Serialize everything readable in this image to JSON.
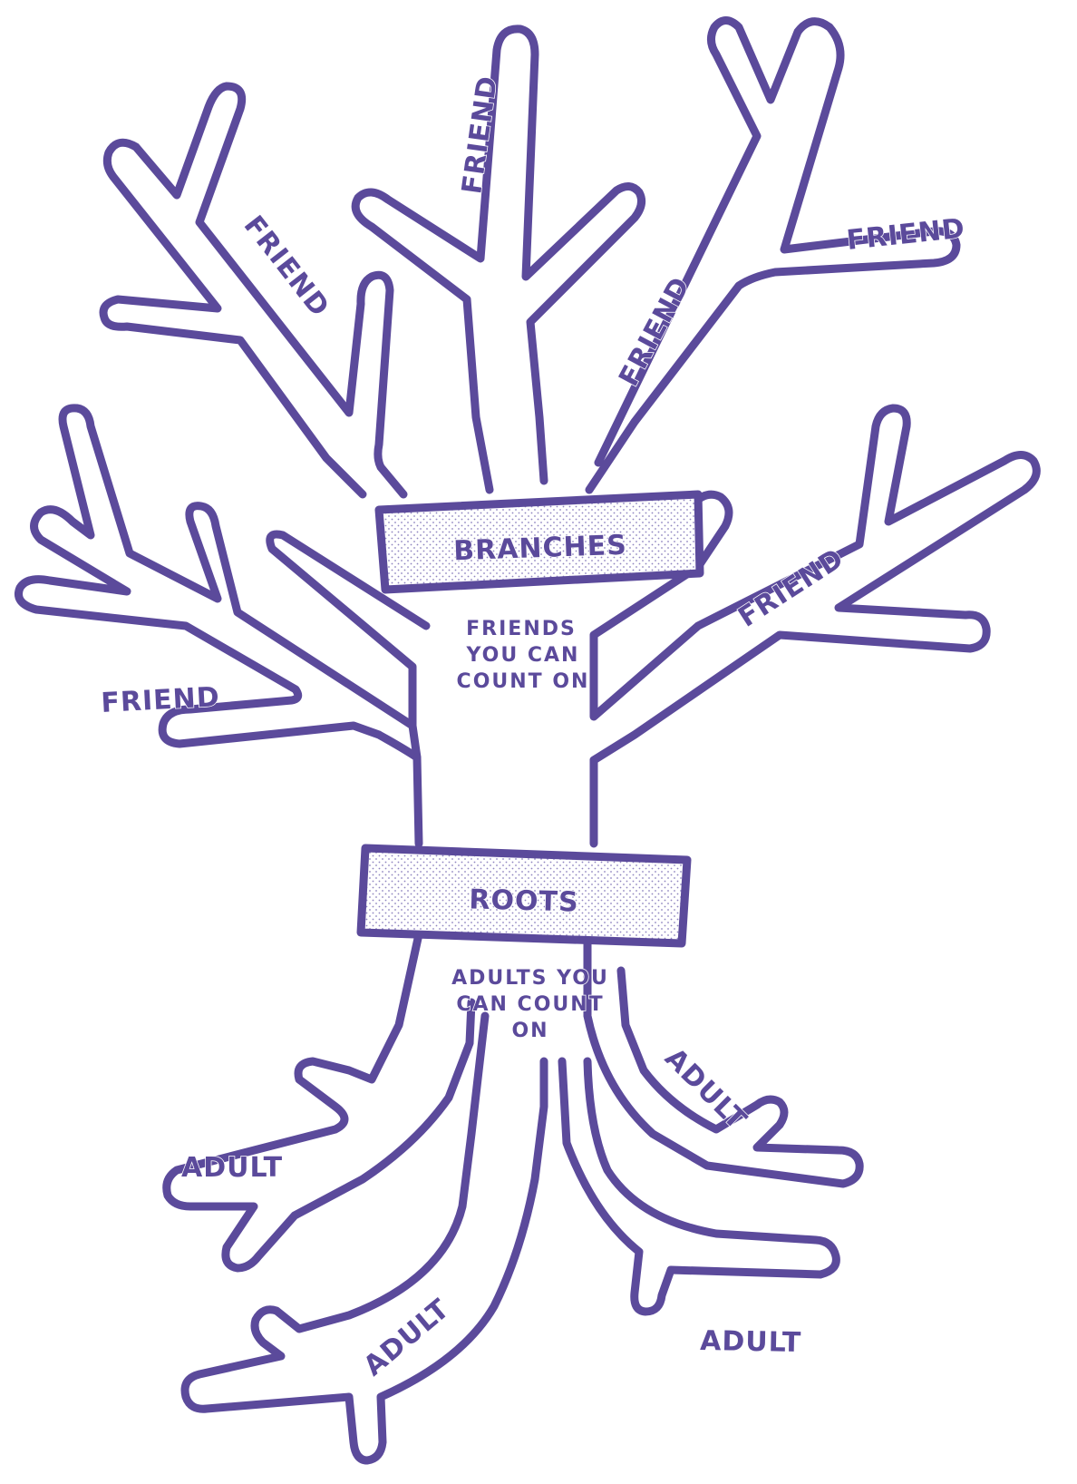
{
  "branches": {
    "sign_label": "BRANCHES",
    "description": [
      "FRIENDS",
      "YOU CAN",
      "COUNT ON"
    ],
    "leaf_labels": [
      "FRIEND",
      "FRIEND",
      "FRIEND",
      "FRIEND",
      "FRIEND",
      "FRIEND"
    ]
  },
  "roots": {
    "sign_label": "ROOTS",
    "description": [
      "ADULTS YOU",
      "CAN COUNT",
      "ON"
    ],
    "leaf_labels": [
      "ADULT",
      "ADULT",
      "ADULT",
      "ADULT"
    ]
  },
  "colors": {
    "outline": "#5b4a9b",
    "background": "#ffffff"
  }
}
